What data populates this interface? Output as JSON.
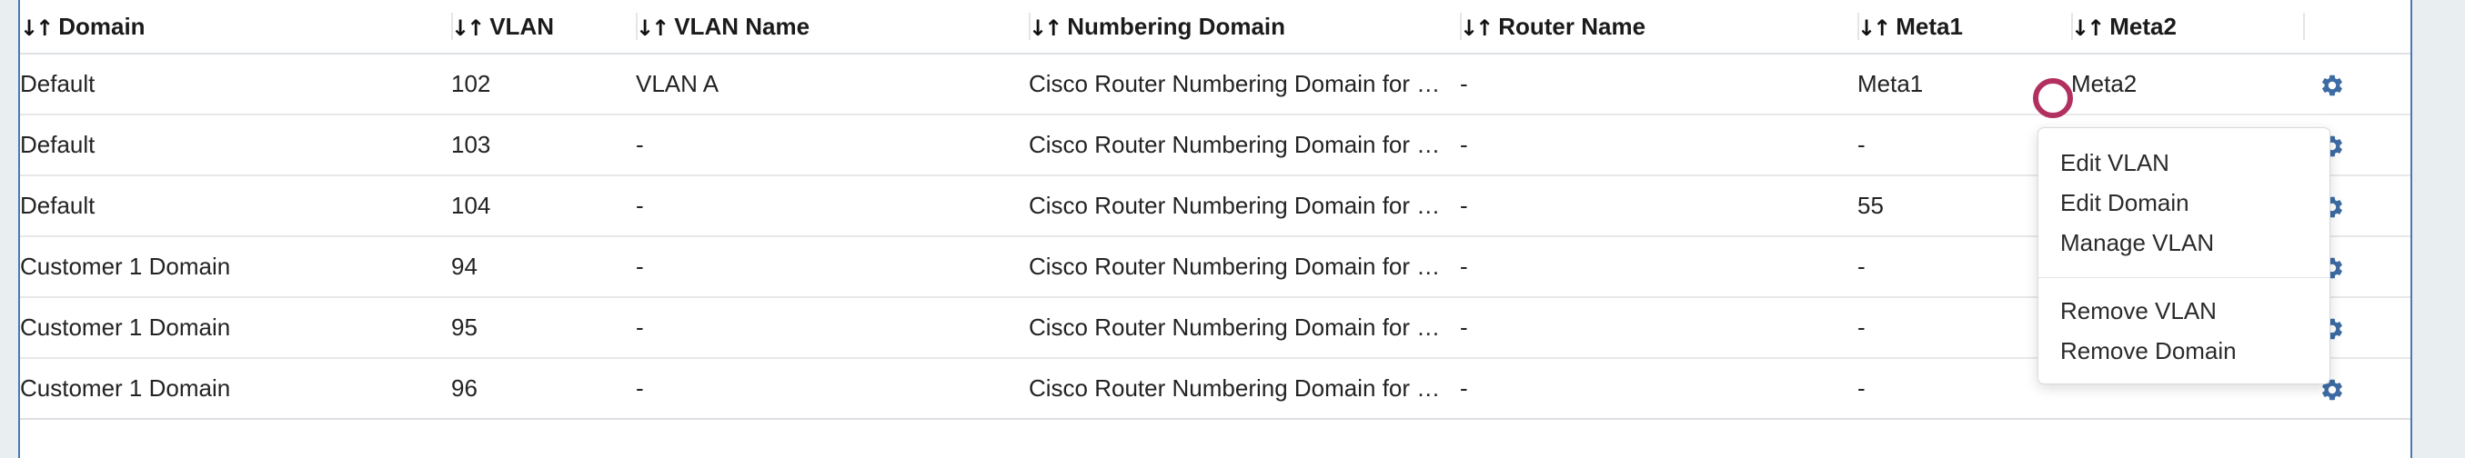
{
  "colors": {
    "frame_rule": "#4a7ab5",
    "page_background": "#e9eef1",
    "gear_icon": "#3d6ba3",
    "annotation_circle": "#b23060",
    "row_divider": "#e6e8ea",
    "text": "#232323"
  },
  "table": {
    "sort_icon": "↓↑",
    "columns": [
      {
        "key": "domain",
        "label": "Domain",
        "sortable": true
      },
      {
        "key": "vlan",
        "label": "VLAN",
        "sortable": true
      },
      {
        "key": "vlan_name",
        "label": "VLAN Name",
        "sortable": true
      },
      {
        "key": "numbering_domain",
        "label": "Numbering Domain",
        "sortable": true
      },
      {
        "key": "router_name",
        "label": "Router Name",
        "sortable": true
      },
      {
        "key": "meta1",
        "label": "Meta1",
        "sortable": true
      },
      {
        "key": "meta2",
        "label": "Meta2",
        "sortable": true
      },
      {
        "key": "actions",
        "label": "",
        "sortable": false
      }
    ],
    "rows": [
      {
        "domain": "Default",
        "vlan": "102",
        "vlan_name": "VLAN A",
        "numbering_domain": "Cisco Router Numbering Domain for …",
        "router_name": "-",
        "meta1": "Meta1",
        "meta2": "Meta2",
        "action_icon": "gear-icon"
      },
      {
        "domain": "Default",
        "vlan": "103",
        "vlan_name": "-",
        "numbering_domain": "Cisco Router Numbering Domain for …",
        "router_name": "-",
        "meta1": "-",
        "meta2": "",
        "action_icon": "gear-icon"
      },
      {
        "domain": "Default",
        "vlan": "104",
        "vlan_name": "-",
        "numbering_domain": "Cisco Router Numbering Domain for …",
        "router_name": "-",
        "meta1": "55",
        "meta2": "",
        "action_icon": "gear-icon"
      },
      {
        "domain": "Customer 1 Domain",
        "vlan": "94",
        "vlan_name": "-",
        "numbering_domain": "Cisco Router Numbering Domain for …",
        "router_name": "-",
        "meta1": "-",
        "meta2": "",
        "action_icon": "gear-icon"
      },
      {
        "domain": "Customer 1 Domain",
        "vlan": "95",
        "vlan_name": "-",
        "numbering_domain": "Cisco Router Numbering Domain for …",
        "router_name": "-",
        "meta1": "-",
        "meta2": "",
        "action_icon": "gear-icon"
      },
      {
        "domain": "Customer 1 Domain",
        "vlan": "96",
        "vlan_name": "-",
        "numbering_domain": "Cisco Router Numbering Domain for …",
        "router_name": "-",
        "meta1": "-",
        "meta2": "",
        "action_icon": "gear-icon"
      }
    ]
  },
  "context_menu": {
    "open": true,
    "groups": [
      {
        "items": [
          {
            "label": "Edit VLAN"
          },
          {
            "label": "Edit Domain"
          },
          {
            "label": "Manage VLAN"
          }
        ]
      },
      {
        "items": [
          {
            "label": "Remove VLAN"
          },
          {
            "label": "Remove Domain"
          }
        ]
      }
    ]
  },
  "annotation": {
    "shape": "circle",
    "color": "#b23060"
  }
}
